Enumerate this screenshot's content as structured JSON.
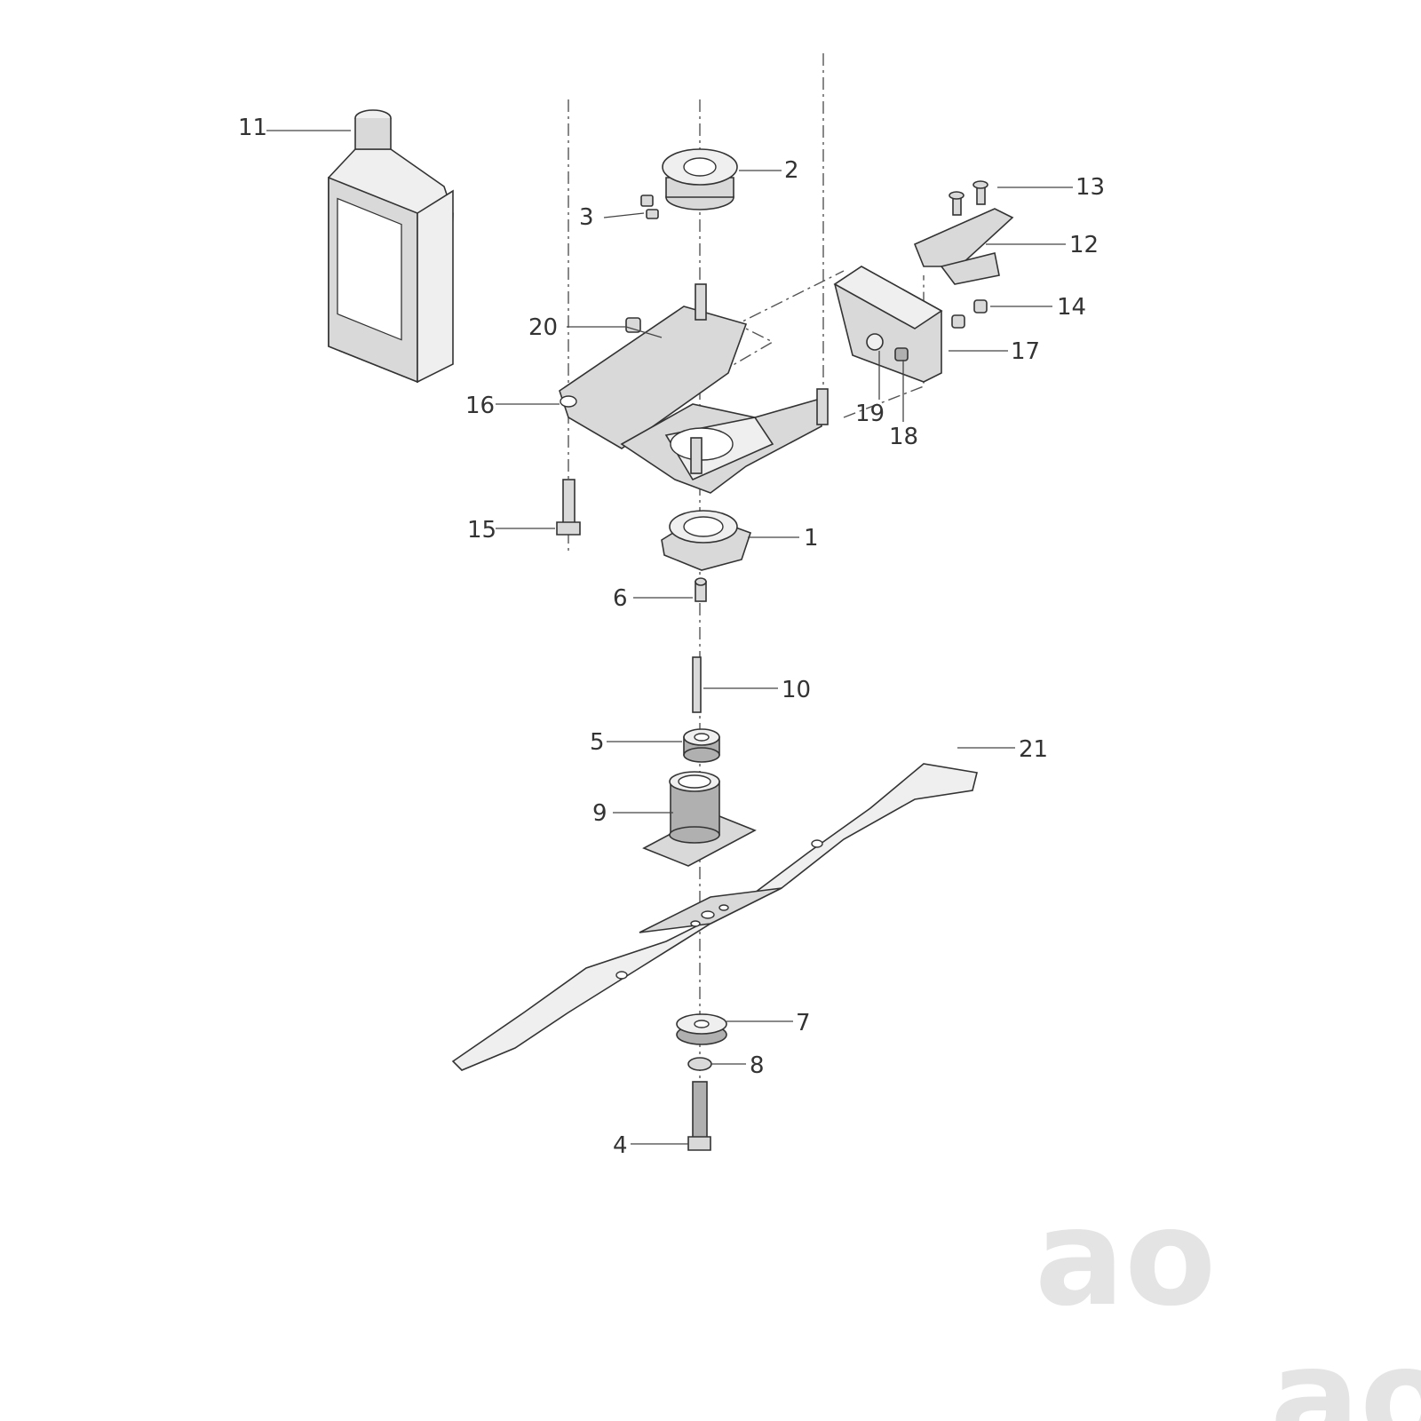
{
  "diagram": {
    "callouts": [
      {
        "id": "c1",
        "label": "1"
      },
      {
        "id": "c2",
        "label": "2"
      },
      {
        "id": "c3",
        "label": "3"
      },
      {
        "id": "c4",
        "label": "4"
      },
      {
        "id": "c5",
        "label": "5"
      },
      {
        "id": "c6",
        "label": "6"
      },
      {
        "id": "c7",
        "label": "7"
      },
      {
        "id": "c8",
        "label": "8"
      },
      {
        "id": "c9",
        "label": "9"
      },
      {
        "id": "c10",
        "label": "10"
      },
      {
        "id": "c11",
        "label": "11"
      },
      {
        "id": "c12",
        "label": "12"
      },
      {
        "id": "c13",
        "label": "13"
      },
      {
        "id": "c14",
        "label": "14"
      },
      {
        "id": "c15",
        "label": "15"
      },
      {
        "id": "c16",
        "label": "16"
      },
      {
        "id": "c17",
        "label": "17"
      },
      {
        "id": "c18",
        "label": "18"
      },
      {
        "id": "c19",
        "label": "19"
      },
      {
        "id": "c20",
        "label": "20"
      },
      {
        "id": "c21",
        "label": "21"
      }
    ]
  },
  "watermark": {
    "text": "ao"
  }
}
